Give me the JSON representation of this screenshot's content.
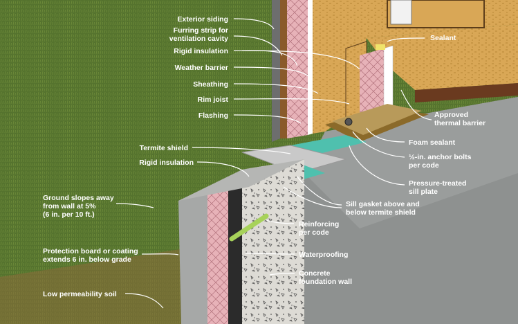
{
  "labels": {
    "exterior_siding": [
      "Exterior siding"
    ],
    "furring_strip": [
      "Furring strip for",
      "ventilation cavity"
    ],
    "rigid_insulation_wall": [
      "Rigid insulation"
    ],
    "weather_barrier": [
      "Weather barrier"
    ],
    "sheathing": [
      "Sheathing"
    ],
    "rim_joist": [
      "Rim joist"
    ],
    "flashing": [
      "Flashing"
    ],
    "termite_shield": [
      "Termite shield"
    ],
    "rigid_insulation_foundation": [
      "Rigid insulation"
    ],
    "ground_slope": [
      "Ground slopes away",
      "from wall at 5%",
      "(6 in. per 10 ft.)"
    ],
    "protection_board": [
      "Protection board or coating",
      "extends 6 in. below grade"
    ],
    "low_permeability_soil": [
      "Low permeability soil"
    ],
    "sealant": [
      "Sealant"
    ],
    "approved_thermal_barrier": [
      "Approved",
      "thermal barrier"
    ],
    "foam_sealant": [
      "Foam sealant"
    ],
    "anchor_bolts": [
      "½-in. anchor bolts",
      "per code"
    ],
    "sill_plate": [
      "Pressure-treated",
      "sill plate"
    ],
    "sill_gasket": [
      "Sill gasket above and",
      "below termite shield"
    ],
    "reinforcing": [
      "Reinforcing",
      "per code"
    ],
    "waterproofing": [
      "Waterproofing"
    ],
    "concrete_wall": [
      "Concrete",
      "foundation wall"
    ]
  },
  "colors": {
    "grass": "#55732e",
    "rigid_insulation": "#e7b2b8",
    "osb": "#d9a756",
    "concrete": "#d8d6d0",
    "waterproofing": "#2b2b2b",
    "sill_gasket": "#4fc0ae",
    "termite_shield": "#c9c9c9",
    "rebar": "#a7d25a",
    "sill_plate": "#8b6a2a",
    "label_text": "#ffffff"
  }
}
